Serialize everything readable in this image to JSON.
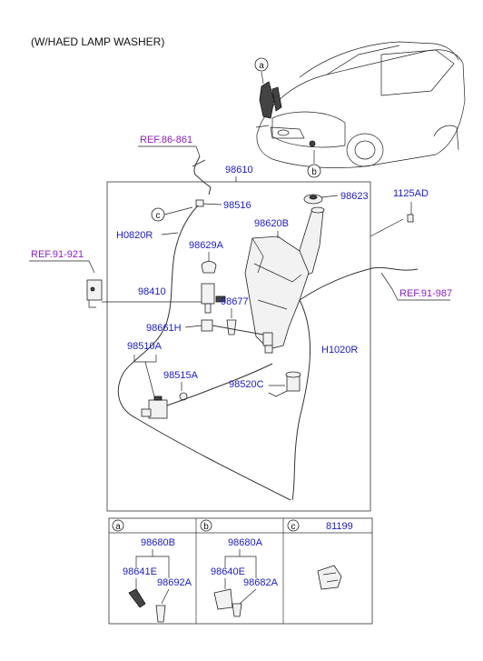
{
  "header": {
    "title": "(W/HAED LAMP WASHER)"
  },
  "callouts": {
    "a": "a",
    "b": "b",
    "c": "c"
  },
  "references": {
    "ref_86_861": "REF.86-861",
    "ref_91_921": "REF.91-921",
    "ref_91_987": "REF.91-987"
  },
  "parts": {
    "p98610": "98610",
    "p98516": "98516",
    "p98623": "98623",
    "p1125AD": "1125AD",
    "pH0820R": "H0820R",
    "p98620B": "98620B",
    "p98629A": "98629A",
    "p98410": "98410",
    "p98677": "98677",
    "p98661H": "98661H",
    "p98510A": "98510A",
    "p98515A": "98515A",
    "p98520C": "98520C",
    "pH1020R": "H1020R"
  },
  "detail_panels": {
    "a": {
      "letter": "a",
      "labels": [
        "98680B",
        "98641E",
        "98692A"
      ]
    },
    "b": {
      "letter": "b",
      "labels": [
        "98680A",
        "98640E",
        "98682A"
      ]
    },
    "c": {
      "letter": "c",
      "labels": [
        "81199"
      ]
    }
  },
  "colors": {
    "part_label": "#1a1acc",
    "reference_label": "#8a1fc9",
    "line": "#222222"
  }
}
